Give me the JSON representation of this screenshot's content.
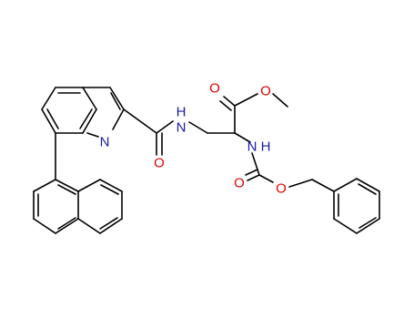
{
  "molecule": {
    "atom_labels": {
      "quinoline_n": "N",
      "amide_o": "O",
      "amide_nh": "N",
      "amide_h": "H",
      "carbamate_nh": "N",
      "carbamate_h": "H",
      "carbamate_o_double": "O",
      "carbamate_o_ester": "O",
      "ester_o_double": "O",
      "ester_o_single": "O"
    },
    "colors": {
      "bond": "#000000",
      "nitrogen": "#1a1aa6",
      "oxygen": "#e00000"
    }
  }
}
